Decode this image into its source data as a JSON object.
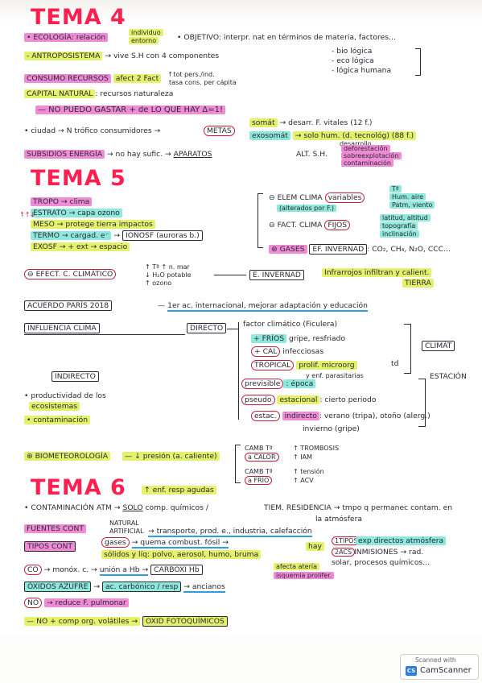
{
  "t4": {
    "title": "TEMA 4",
    "l1_a": "• ECOLOGÍA: relación",
    "l1_b": "individuo",
    "l1_c": "entorno",
    "l1_d": "• OBJETIVO: interpr. nat en términos de materia, factores...",
    "l2_a": "- ANTROPOSISTEMA",
    "l2_b": "→ vive S.H con 4 componentes",
    "bio1": "- bio lógica",
    "bio2": "- eco lógica",
    "bio3": "- lógica humana",
    "l3_a": "CONSUMO RECURSOS",
    "l3_b": "afect 2 Fact",
    "l3_c": "f tot pers./ind.",
    "l3_d": "tasa cons. per cápita",
    "l4_a": "CAPITAL NATURAL",
    "l4_b": ": recursos naturaleza",
    "l5": "— NO PUEDO GASTAR + de LO QUE HAY   Δ=1!",
    "l6_a": "• ciudad → N trófico consumidores →",
    "l6_b": "METAS",
    "l6_c": "somát",
    "l6_d": "→ desarr. F. vitales (12 f.)",
    "l6_e": "exosomát",
    "l6_f": "→ solo hum. (d. tecnológ) (88 f.)",
    "l6_g": "desarrollo",
    "l7_a": "SUBSIDIOS ENERGÍA",
    "l7_b": "→ no hay sufic. →",
    "l7_c": "APARATOS",
    "l7_d": "ALT. S.H.",
    "alt1": "deforestación",
    "alt2": "sobreexplotación",
    "alt3": "contaminación"
  },
  "t5": {
    "title": "TEMA 5",
    "tropo": "TROPO → clima",
    "estrato": "ESTRATO → capa ozono",
    "meso": "MESO → protege tierra impactos",
    "termo": "TERMO → cargad. e⁻",
    "ionosf": "IONOSF (auroras b.)",
    "exosf": "EXOSF → + ext → espacio",
    "side": "↑↑↓",
    "el_a": "⊖ ELEM CLIMA",
    "el_b": "variables",
    "el_c": "(alterados por F.)",
    "el_r1": "Tª",
    "el_r2": "Hum. aire",
    "el_r3": "Patm, viento",
    "fc_a": "⊖ FACT. CLIMA",
    "fc_b": "FIJOS",
    "fc_r1": "latitud, altitud",
    "fc_r2": "topografía",
    "fc_r3": "inclinación",
    "gs_a": "⊛ GASES",
    "gs_b": "EF. INVERNAD",
    "gs_c": ": CO₂, CH₄, N₂O, CCC...",
    "ec_a": "⊖ EFECT. C. CLIMÁTICO",
    "ec_b1": "↑ Tª ↑ n. mar",
    "ec_b2": "↓ H₂O potable",
    "ec_b3": "↑ ozono",
    "ec_c": "E. INVERNAD",
    "ec_d": "Infrarrojos infiltran y calient.",
    "ec_e": "TIERRA",
    "ap_a": "ACUERDO PARÍS 2018",
    "ap_b": "1er ac. internacional, mejorar adaptación y educación",
    "inf": "INFLUENCIA CLIMA",
    "dir": "DIRECTO",
    "fe": "factor climático (Ficulera)",
    "frios_a": "+ FRÍOS",
    "frios_b": "gripe, resfriado",
    "cal_a": "+ CAL",
    "cal_b": "infecciosas",
    "trop_a": "TROPICAL",
    "trop_b": "prolif. microorg",
    "trop_c": "y enf. parasitarias",
    "td": "td",
    "clim": "CLIMÁT",
    "ind": "INDIRECTO",
    "prod1": "• productividad de los",
    "prod2": "ecosistemas",
    "prod3": "• contaminación",
    "pr_a": "previsible",
    "pr_b": ": época",
    "ps_a": "pseudo",
    "ps_b": "estacional",
    "ps_c": ": cierto periodo",
    "es_a": "estac.",
    "es_b": "indirecto",
    "es_c": ": verano (tripa), otoño (alerg.)",
    "es_d": "invierno (gripe)",
    "estacion": "ESTACIÓN",
    "bio_a": "⊛ BIOMETEOROLOGÍA",
    "bio_b": "— ↓ presión (a. caliente)",
    "cam1_a": "CAMB Tª",
    "cam1_b": "a CALOR",
    "cam1_c": "↑ TROMBOSIS",
    "cam1_d": "↑ IAM",
    "cam2_a": "CAMB Tª",
    "cam2_b": "a FRÍO",
    "cam2_c": "↑ tensión",
    "cam2_d": "↑ ACV"
  },
  "t6": {
    "title": "TEMA 6",
    "up": "↑ enf. resp agudas",
    "c1_a": "• CONTAMINACIÓN ATM →",
    "c1_b": "SOLO",
    "c1_c": "comp. químicos /",
    "c1_d": "TIEM. RESIDENCIA → tmpo q permanec contam. en",
    "c1_e": "la atmósfera",
    "fu_a": "FUENTES CONT",
    "fu_b": "NATURAL",
    "fu_c": "ARTIFICIAL",
    "fu_d": "→ transporte, prod. e., industria, calefacción",
    "ti_a": "TIPOS CONT",
    "ti_b": "gases",
    "ti_c": "→ quema combust. fósil →",
    "ti_d": "hay",
    "ti_e": "1TIPOS",
    "ti_f": "exp directos atmósfera",
    "ti_g": "sólidos y líq: polvo, aerosol, humo, bruma",
    "ti_h": "2ACS",
    "ti_i": "INMISIONES → rad.",
    "ti_j": "solar, procesos químicos...",
    "co_a": "CO",
    "co_b": "→ monóx. c. →",
    "co_c": "unión a Hb →",
    "co_d": "CARBOXI Hb",
    "co_e": "afecta atería",
    "co_f": "isquemia prolifer.",
    "ox_a": "ÓXIDOS AZUFRE",
    "ox_b": "→",
    "ox_c": "ac. carbónico / resp",
    "ox_d": "→ ancianos",
    "no_a": "NO",
    "no_b": "→ reduce F. pulmonar",
    "no_c": "— NO + comp org. volátiles →",
    "no_d": "OXID FOTOQUÍMICOS"
  },
  "badge": {
    "line1": "Scanned with",
    "logo": "CS",
    "line2": "CamScanner"
  }
}
